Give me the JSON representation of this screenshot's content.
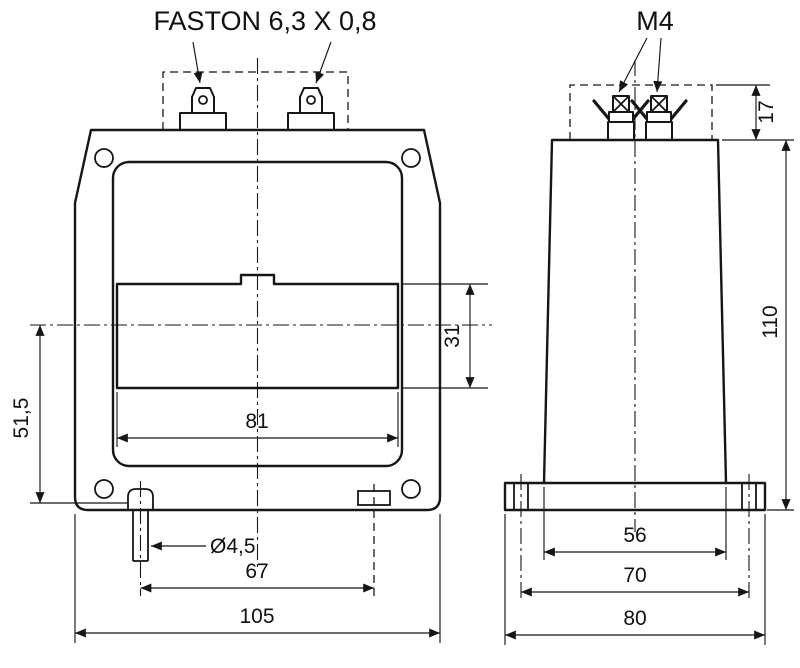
{
  "drawing": {
    "labels": {
      "faston": "FASTON 6,3 X 0,8",
      "m4": "M4",
      "hole_diameter": "Ø4,5"
    },
    "front": {
      "bar_height": "31",
      "bar_width": "81",
      "center_to_hole": "51,5",
      "hole_spacing": "67",
      "overall_width": "105"
    },
    "side": {
      "terminal_height": "17",
      "overall_height": "110",
      "body_width": "56",
      "flange_spacing": "70",
      "base_width": "80"
    }
  }
}
